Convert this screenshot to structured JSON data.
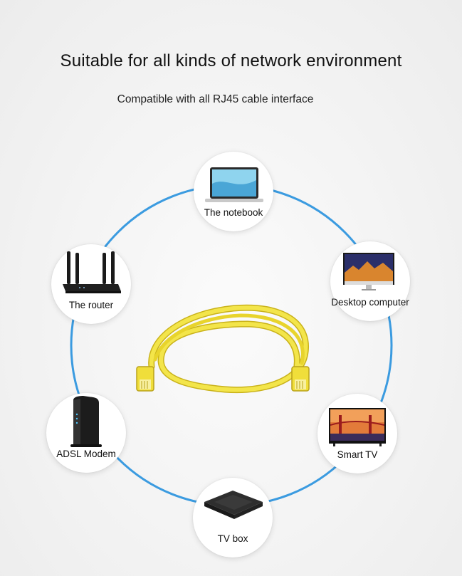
{
  "title": "Suitable for all kinds of network environment",
  "subtitle": "Compatible with all RJ45 cable interface",
  "devices": [
    {
      "label": "The notebook",
      "icon": "laptop-icon"
    },
    {
      "label": "Desktop computer",
      "icon": "desktop-monitor-icon"
    },
    {
      "label": "Smart TV",
      "icon": "smart-tv-icon"
    },
    {
      "label": "TV box",
      "icon": "tv-box-icon"
    },
    {
      "label": "ADSL Modem",
      "icon": "modem-icon"
    },
    {
      "label": "The router",
      "icon": "router-icon"
    }
  ],
  "colors": {
    "ring": "#3b9be0",
    "cable": "#f2e23a",
    "background": "#f4f4f4"
  }
}
